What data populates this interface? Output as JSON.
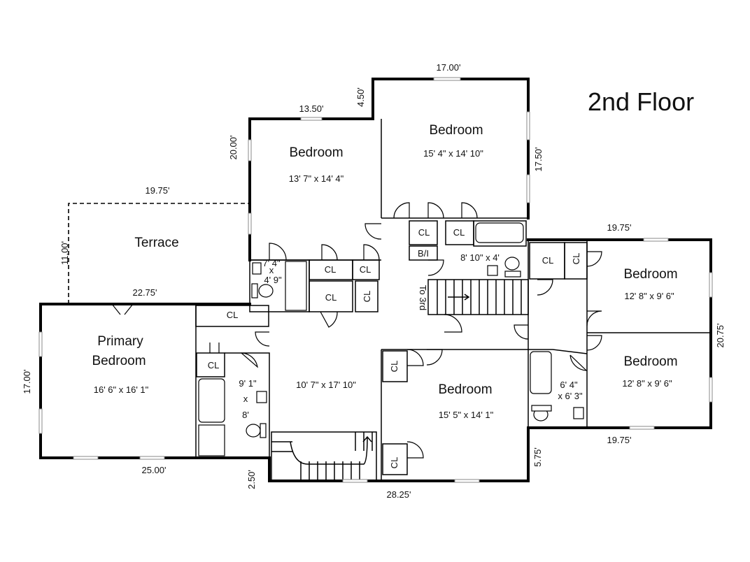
{
  "title": "2nd Floor",
  "rooms": {
    "bedroom_top_right": {
      "name": "Bedroom",
      "dims": "15' 4\" x 14' 10\""
    },
    "bedroom_top_left": {
      "name": "Bedroom",
      "dims": "13' 7\" x 14' 4\""
    },
    "terrace": {
      "name": "Terrace"
    },
    "primary_bedroom": {
      "name_line1": "Primary",
      "name_line2": "Bedroom",
      "dims": "16' 6\" x 16' 1\""
    },
    "hall": {
      "dims": "10' 7\" x 17' 10\""
    },
    "bedroom_center": {
      "name": "Bedroom",
      "dims": "15' 5\" x 14' 1\""
    },
    "bedroom_right_upper": {
      "name": "Bedroom",
      "dims": "12' 8\" x 9' 6\""
    },
    "bedroom_right_lower": {
      "name": "Bedroom",
      "dims": "12' 8\" x 9' 6\""
    },
    "bath_left": {
      "line1": "7' 4\"",
      "line2": "x",
      "line3": "4' 9\""
    },
    "bath_center": {
      "dims": "8' 10\" x 4'"
    },
    "bath_primary": {
      "line1": "9' 1\"",
      "line2": "x",
      "line3": "8'"
    },
    "bath_right": {
      "line1": "6' 4\"",
      "line2": "x 6' 3\""
    }
  },
  "labels": {
    "closet": "CL",
    "built_in": "B/I",
    "stairs_to_third": "To 3rd"
  },
  "dimensions": {
    "top_17": "17.00'",
    "v_4_50": "4.50'",
    "h_13_50": "13.50'",
    "v_20_00": "20.00'",
    "v_17_50": "17.50'",
    "h_19_75_terrace": "19.75'",
    "v_11_00": "11.00'",
    "h_22_75": "22.75'",
    "h_19_75_right_top": "19.75'",
    "v_20_75": "20.75'",
    "v_17_00": "17.00'",
    "h_25_00": "25.00'",
    "v_2_50": "2.50'",
    "h_28_25": "28.25'",
    "v_5_75": "5.75'",
    "h_19_75_right_bottom": "19.75'"
  }
}
